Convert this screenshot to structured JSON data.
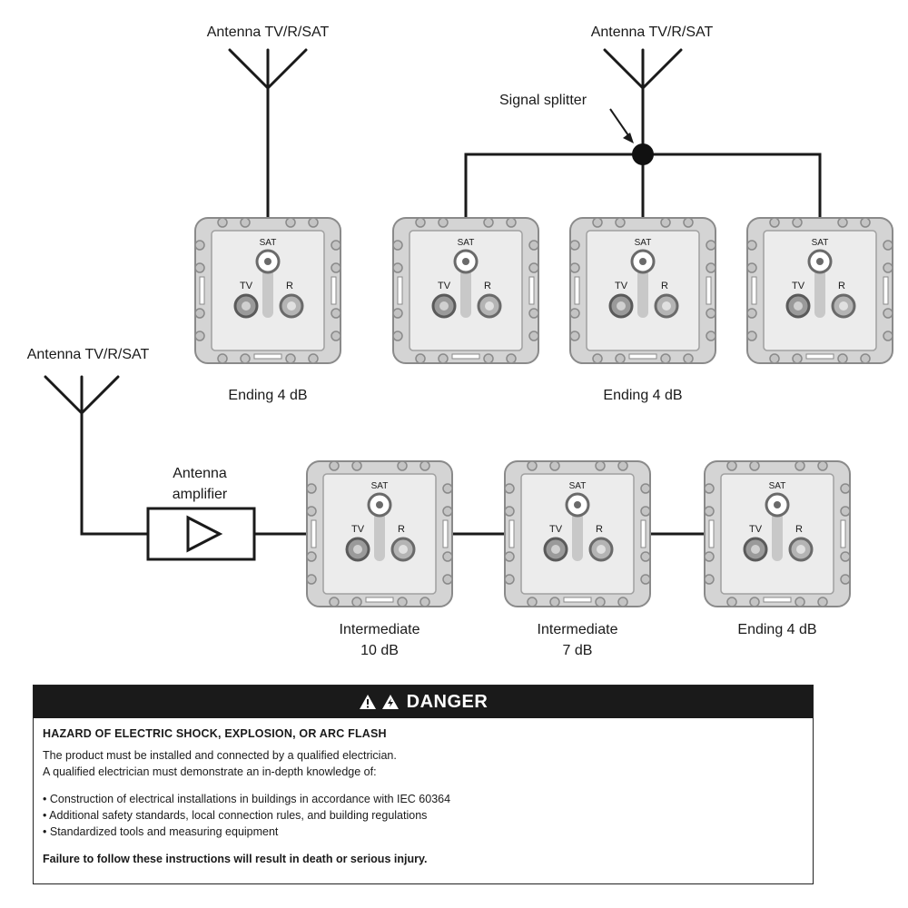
{
  "antenna_label": "Antenna TV/R/SAT",
  "splitter_label": "Signal splitter",
  "amplifier_label_line1": "Antenna",
  "amplifier_label_line2": "amplifier",
  "socket_labels": {
    "sat": "SAT",
    "tv": "TV",
    "r": "R"
  },
  "captions": {
    "single_ending": "Ending 4 dB",
    "splitter_ending": "Ending 4 dB",
    "intermediate_10_line1": "Intermediate",
    "intermediate_10_line2": "10 dB",
    "intermediate_7_line1": "Intermediate",
    "intermediate_7_line2": "7 dB",
    "chain_ending": "Ending 4 dB"
  },
  "danger": {
    "title": "DANGER",
    "hazard": "HAZARD OF ELECTRIC SHOCK, EXPLOSION, OR ARC FLASH",
    "line1": "The product must be installed and connected by a qualified electrician.",
    "line2": "A qualified electrician must demonstrate an in-depth knowledge of:",
    "bullets": [
      "Construction of electrical installations in buildings in accordance with IEC 60364",
      "Additional safety standards, local connection rules, and building regulations",
      "Standardized tools and measuring equipment"
    ],
    "failure": "Failure to follow these instructions will result in death or serious injury."
  }
}
